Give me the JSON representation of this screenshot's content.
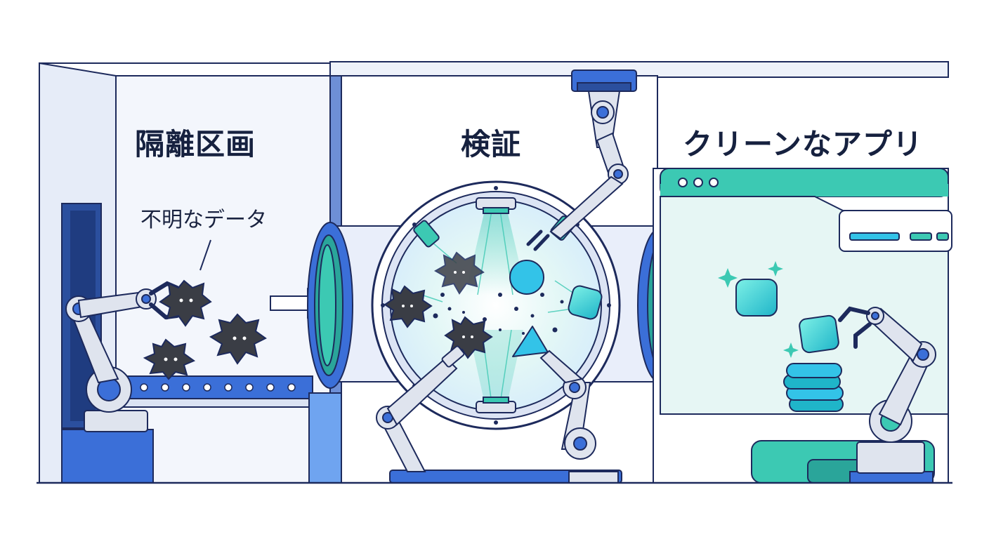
{
  "labels": {
    "quarantine": "隔離区画",
    "verification": "検証",
    "clean_app": "クリーンなアプリ",
    "unknown_data": "不明なデータ"
  },
  "colors": {
    "outline": "#1d2a5c",
    "blue": "#3b6fd8",
    "dark_blue": "#2b4f9e",
    "light_blue": "#e9eefa",
    "panel": "#f1f4fb",
    "teal": "#3cc9b3",
    "cyan": "#33c3e8",
    "malware": "#3a3d45",
    "robot": "#dfe4ee"
  },
  "icons": [
    "arrow-right-icon",
    "malware-blob-icon",
    "clean-cube-icon",
    "sparkle-icon",
    "window-dots-icon"
  ]
}
